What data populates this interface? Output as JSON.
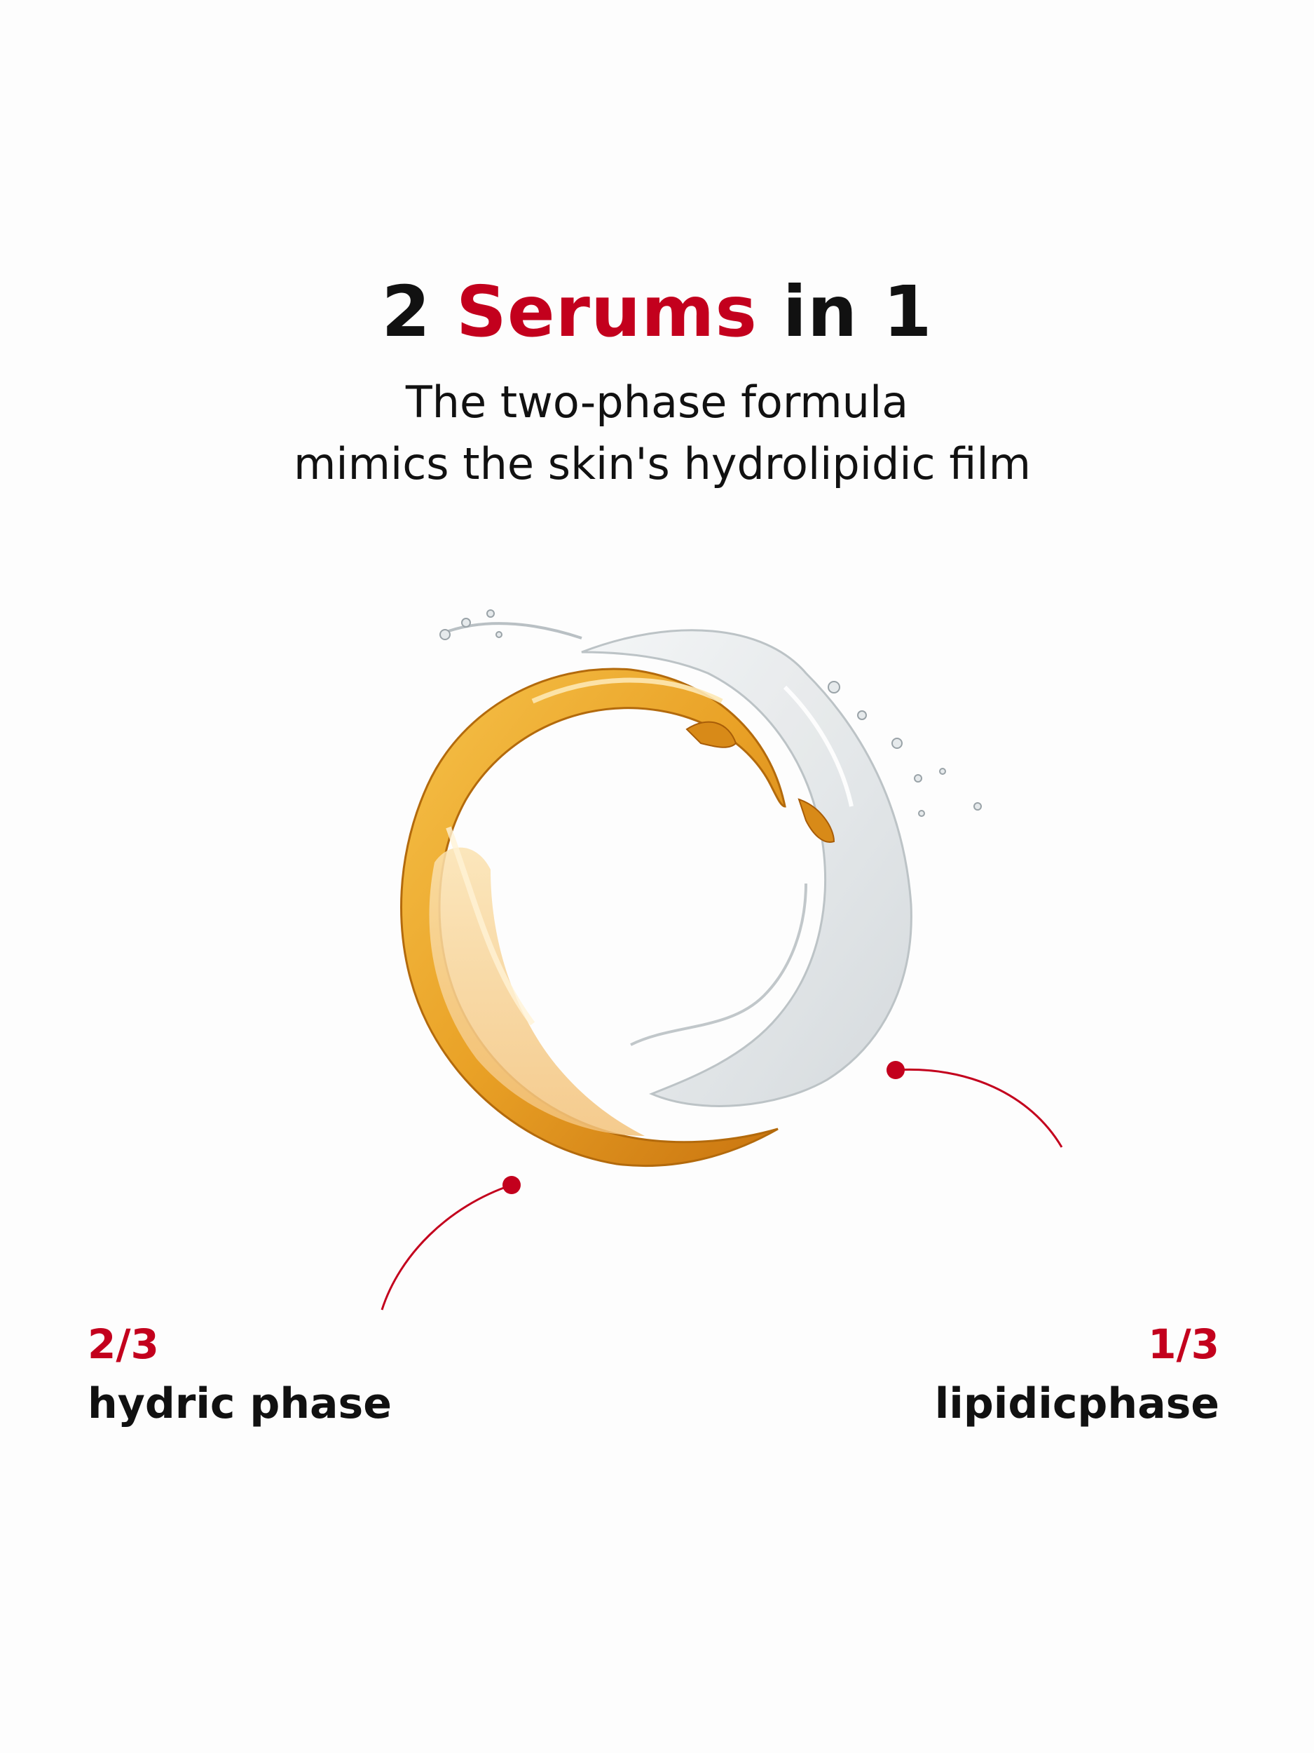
{
  "headline": {
    "prefix": "2 ",
    "accent": "Serums",
    "suffix": " in 1"
  },
  "subhead": {
    "line1": "The two-phase formula",
    "line2": "mimics the skin's hydrolipidic film"
  },
  "callouts": {
    "left": {
      "fraction": "2/3",
      "phase": "hydric phase"
    },
    "right": {
      "fraction": "1/3",
      "phase": "lipidicphase"
    }
  },
  "colors": {
    "accent": "#c3001d",
    "text": "#111111",
    "background": "#fdfdfd",
    "oil": "#e8a020",
    "water": "#dfe3e6"
  },
  "illustration": {
    "name": "serum-splash-ring"
  }
}
